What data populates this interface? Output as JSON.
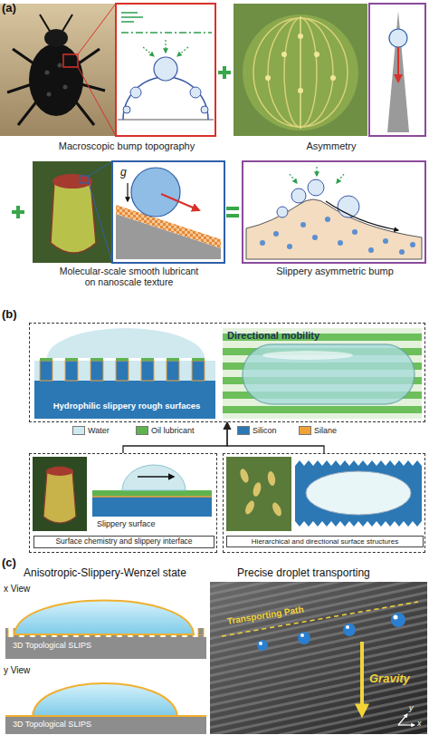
{
  "diagram": {
    "nodes": [
      {
        "text": [
          "Macroscopic bump topography"
        ]
      },
      {
        "text": [
          "Asymmetry"
        ]
      },
      {
        "text": [
          "Molecular-scale smooth lubricant on nanoscale texture"
        ]
      },
      {
        "text": [
          "Slippery asymmetric bump"
        ]
      },
      {
        "text": [
          "Hydrophilic slippery rough surfaces",
          "Directional mobility"
        ]
      },
      {
        "text": [
          "Slippery surface",
          "Surface chemistry and slippery interface"
        ]
      },
      {
        "text": [
          "Hierarchical and directional surface structures"
        ]
      }
    ],
    "edges": [
      {
        "from": 5,
        "to": 4,
        "arrow": "to"
      },
      {
        "from": 6,
        "to": 4,
        "arrow": "to"
      }
    ],
    "labels": [
      "(a)",
      "g",
      "(b)",
      "(c)",
      "Anisotropic-Slippery-Wenzel state",
      "Precise droplet transporting",
      "x View",
      "3D Topological SLIPS",
      "y View",
      "3D Topological SLIPS",
      "Transporting Path",
      "Gravity",
      "y",
      "x"
    ],
    "legend": [
      {
        "text": "Water",
        "color": "#cfe9ef"
      },
      {
        "text": "Oil lubricant",
        "color": "#5fb34f"
      },
      {
        "text": "Silicon",
        "color": "#2b78b5"
      },
      {
        "text": "Silane",
        "color": "#f0a23a"
      }
    ]
  }
}
